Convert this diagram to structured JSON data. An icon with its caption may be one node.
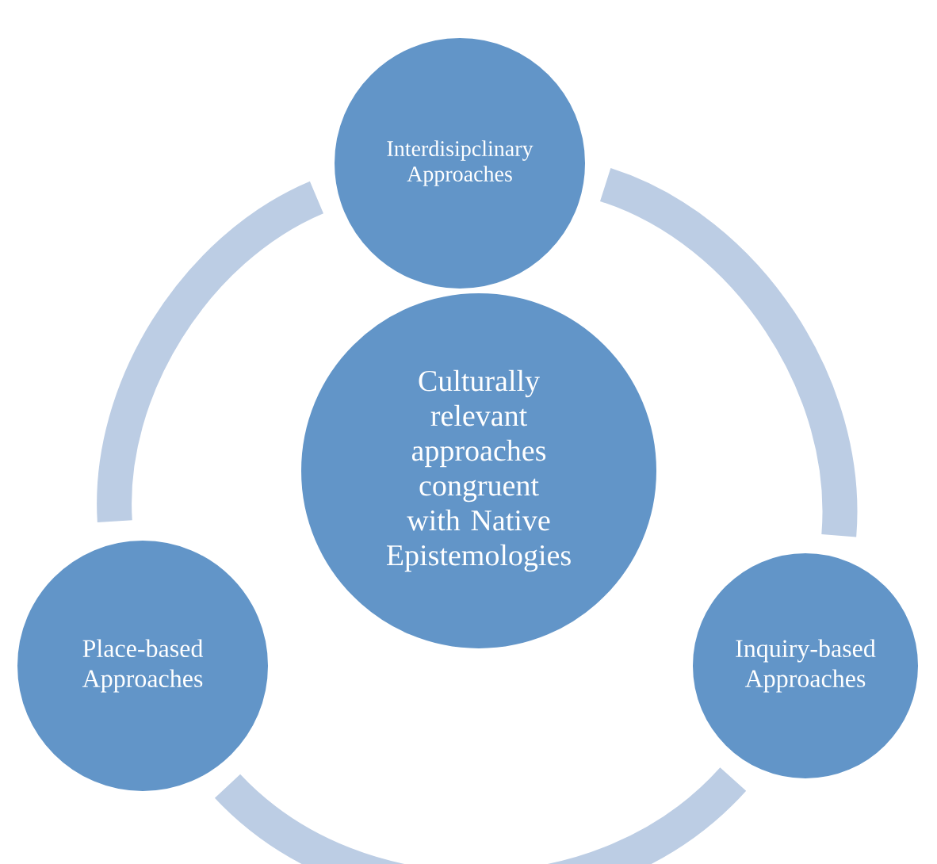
{
  "diagram": {
    "nodes": [
      {
        "text": [
          "Interdisipclinary Approaches"
        ]
      },
      {
        "text": [
          "Culturally relevant approaches congruent with Native Epistemologies"
        ]
      },
      {
        "text": [
          "Place-based Approaches"
        ]
      },
      {
        "text": [
          "Inquiry-based Approaches"
        ]
      }
    ],
    "edges": [
      {
        "from": 0,
        "to": 3,
        "arrow": "none"
      },
      {
        "from": 3,
        "to": 2,
        "arrow": "none"
      },
      {
        "from": 2,
        "to": 0,
        "arrow": "none"
      }
    ]
  }
}
